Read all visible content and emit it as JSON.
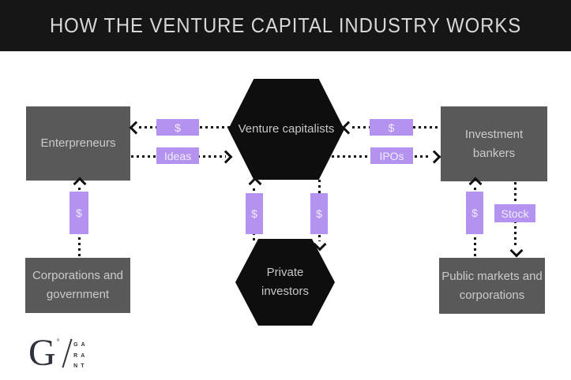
{
  "title": "HOW THE VENTURE CAPITAL INDUSTRY WORKS",
  "colors": {
    "title_bar_bg": "#161616",
    "box_gray": "#595959",
    "hexagon_black": "#0e0e0e",
    "flow_label_purple": "#b493f0",
    "connector_black": "#111111",
    "logo_ink": "#30323b"
  },
  "nodes": {
    "entrepreneurs": {
      "label": "Enterpreneurs"
    },
    "venture_capitalists": {
      "label": "Venture capitalists"
    },
    "investment_bankers": {
      "label": "Investment bankers"
    },
    "corporations_government": {
      "label": "Corporations and government"
    },
    "private_investors": {
      "label": "Private investors"
    },
    "public_markets": {
      "label": "Public markets and corporations"
    }
  },
  "flows": {
    "money_to_entrepreneurs": "$",
    "ideas_to_vc": "Ideas",
    "money_to_vc": "$",
    "ipos_to_bankers": "IPOs",
    "money_corpgov_up": "$",
    "money_private_up": "$",
    "money_vc_down": "$",
    "money_public_up": "$",
    "stock_down": "Stock"
  },
  "logo": {
    "initial": "G",
    "degree_mark": "°",
    "monogram_rows": [
      "GA",
      "RA",
      "NT"
    ]
  }
}
